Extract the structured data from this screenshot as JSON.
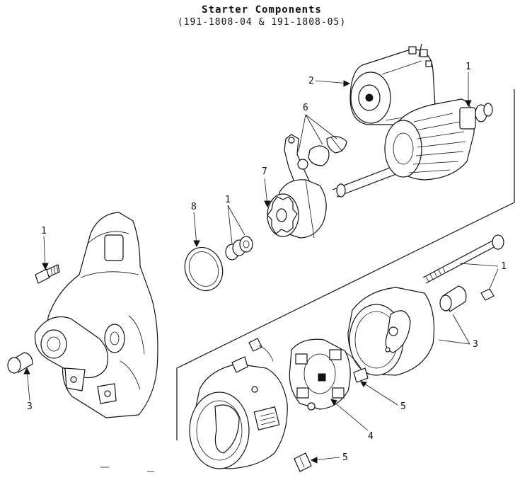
{
  "title": {
    "line1": "Starter Components",
    "line2": "(191-1808-04 & 191-1808-05)"
  },
  "callouts": [
    {
      "id": "c-2-solenoid",
      "label": "2"
    },
    {
      "id": "c-1-top",
      "label": "1"
    },
    {
      "id": "c-6",
      "label": "6"
    },
    {
      "id": "c-7",
      "label": "7"
    },
    {
      "id": "c-8",
      "label": "8"
    },
    {
      "id": "c-1-mid",
      "label": "1"
    },
    {
      "id": "c-1-left",
      "label": "1"
    },
    {
      "id": "c-1-right",
      "label": "1"
    },
    {
      "id": "c-3-right",
      "label": "3"
    },
    {
      "id": "c-3-left",
      "label": "3"
    },
    {
      "id": "c-5-mid",
      "label": "5"
    },
    {
      "id": "c-4",
      "label": "4"
    },
    {
      "id": "c-5-bottom",
      "label": "5"
    }
  ]
}
